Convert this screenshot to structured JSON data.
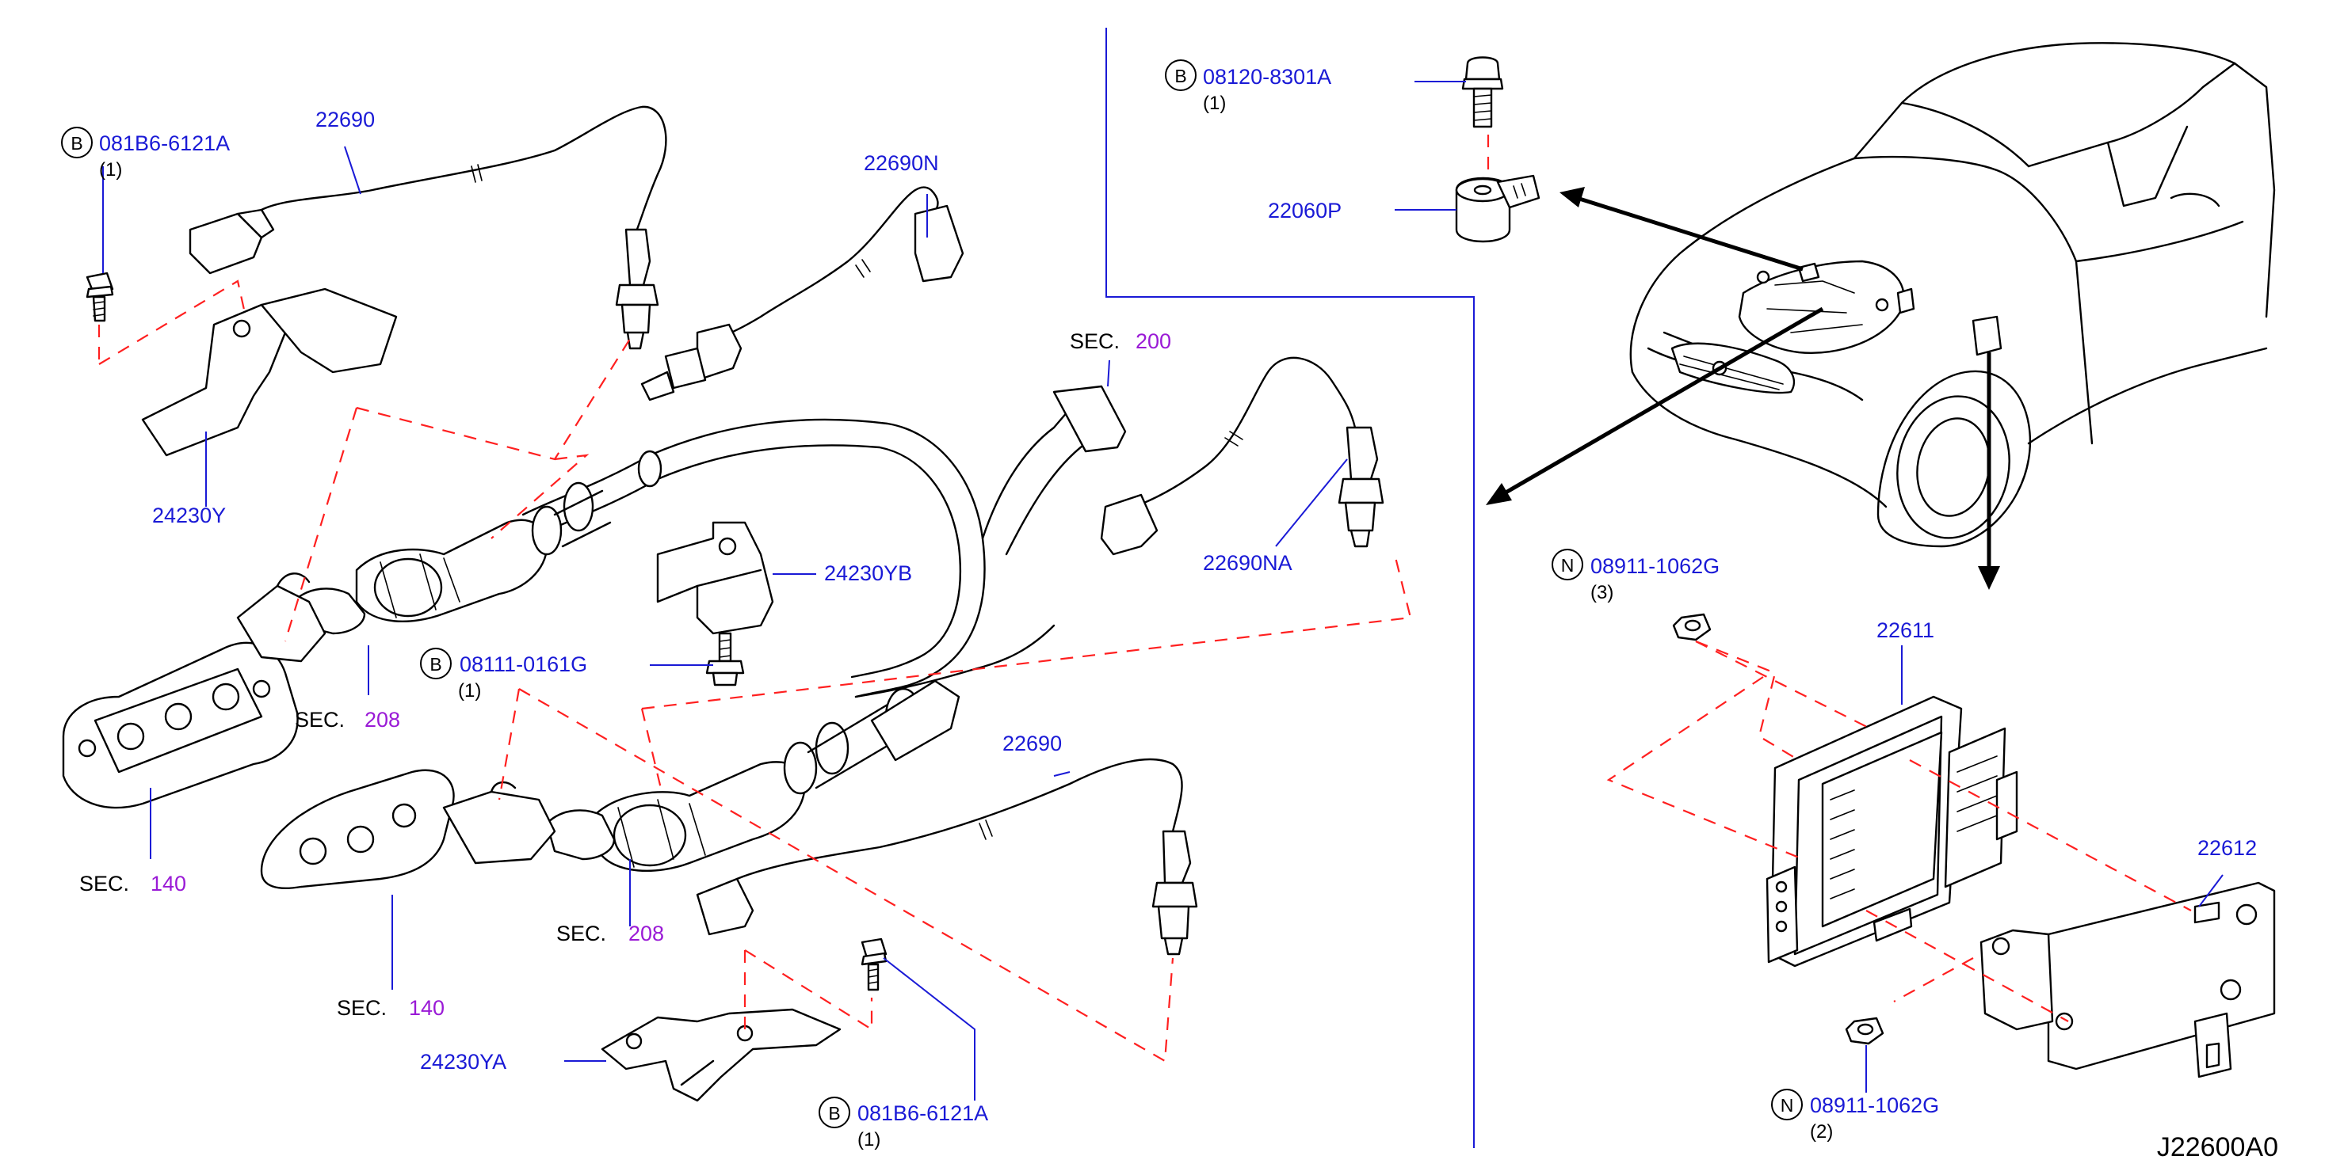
{
  "labels": {
    "p22690_top": "22690",
    "p22690n": "22690N",
    "p24230y": "24230Y",
    "p24230yb": "24230YB",
    "p22690na": "22690NA",
    "p22690_bot": "22690",
    "p24230ya": "24230YA",
    "p22060p": "22060P",
    "p22611": "22611",
    "p22612": "22612"
  },
  "fasteners": {
    "b_top_left": {
      "badge": "B",
      "part": "081B6-6121A",
      "qty": "(1)"
    },
    "b_mid": {
      "badge": "B",
      "part": "08111-0161G",
      "qty": "(1)"
    },
    "b_bottom": {
      "badge": "B",
      "part": "081B6-6121A",
      "qty": "(1)"
    },
    "b_top_right": {
      "badge": "B",
      "part": "08120-8301A",
      "qty": "(1)"
    },
    "n_upper": {
      "badge": "N",
      "part": "08911-1062G",
      "qty": "(3)"
    },
    "n_lower": {
      "badge": "N",
      "part": "08911-1062G",
      "qty": "(2)"
    }
  },
  "sections": {
    "sec200": {
      "prefix": "SEC.",
      "num": "200"
    },
    "sec208_upper": {
      "prefix": "SEC.",
      "num": "208"
    },
    "sec208_lower": {
      "prefix": "SEC.",
      "num": "208"
    },
    "sec140_left": {
      "prefix": "SEC.",
      "num": "140"
    },
    "sec140_lower": {
      "prefix": "SEC.",
      "num": "140"
    }
  },
  "diagram_code": "J22600A0",
  "colors": {
    "part_label": "#1a1ad6",
    "section_num": "#9a1ad6",
    "phantom_line": "#ff2020",
    "line_art": "#000000"
  }
}
